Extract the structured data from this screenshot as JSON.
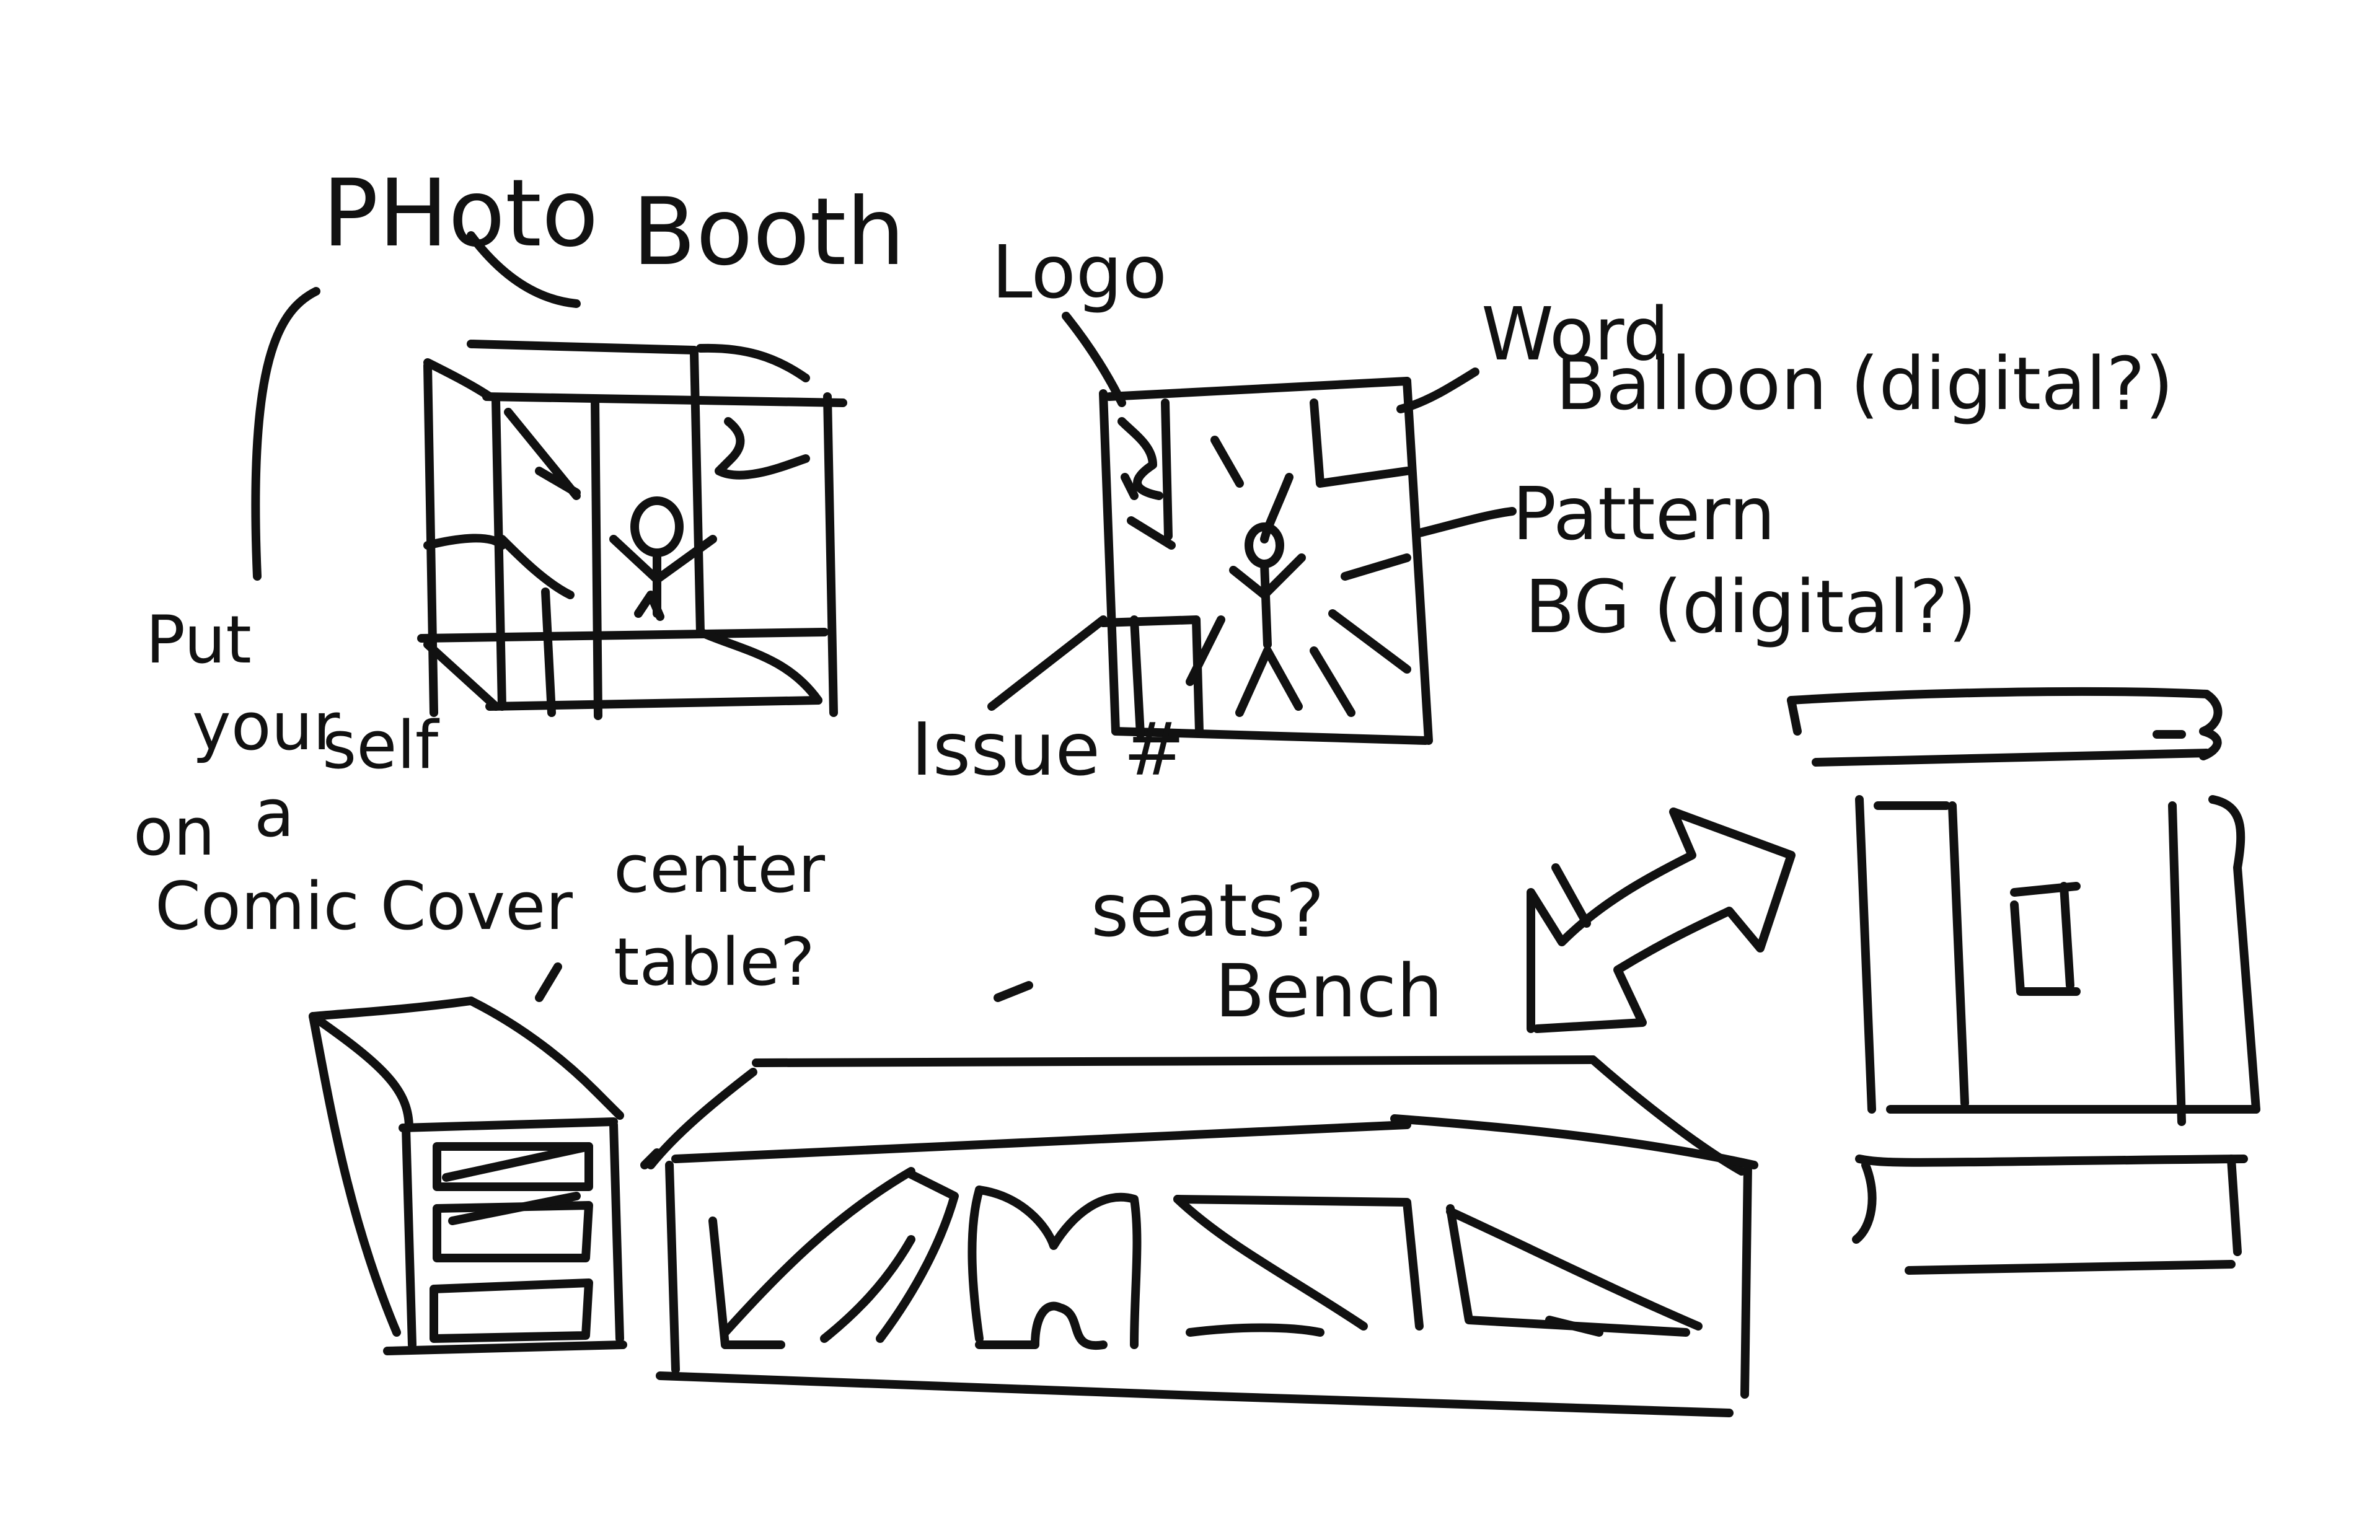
{
  "colors": {
    "ink": "#111111",
    "paper": "#ffffff"
  },
  "notes": {
    "photo": "PHoto",
    "booth": "Booth",
    "logo": "Logo",
    "word_balloon_1": "Word",
    "word_balloon_2": "Balloon (digital?)",
    "pattern_1": "Pattern",
    "pattern_2": "BG (digital?)",
    "put_1": "Put",
    "put_2": "your",
    "put_3": "self",
    "on_a_1": "on",
    "on_a_2": "a",
    "comic_cover": "Comic Cover",
    "issue": "Issue #",
    "center_1": "center",
    "center_2": "table?",
    "seats": "seats?",
    "bench": "Bench"
  }
}
